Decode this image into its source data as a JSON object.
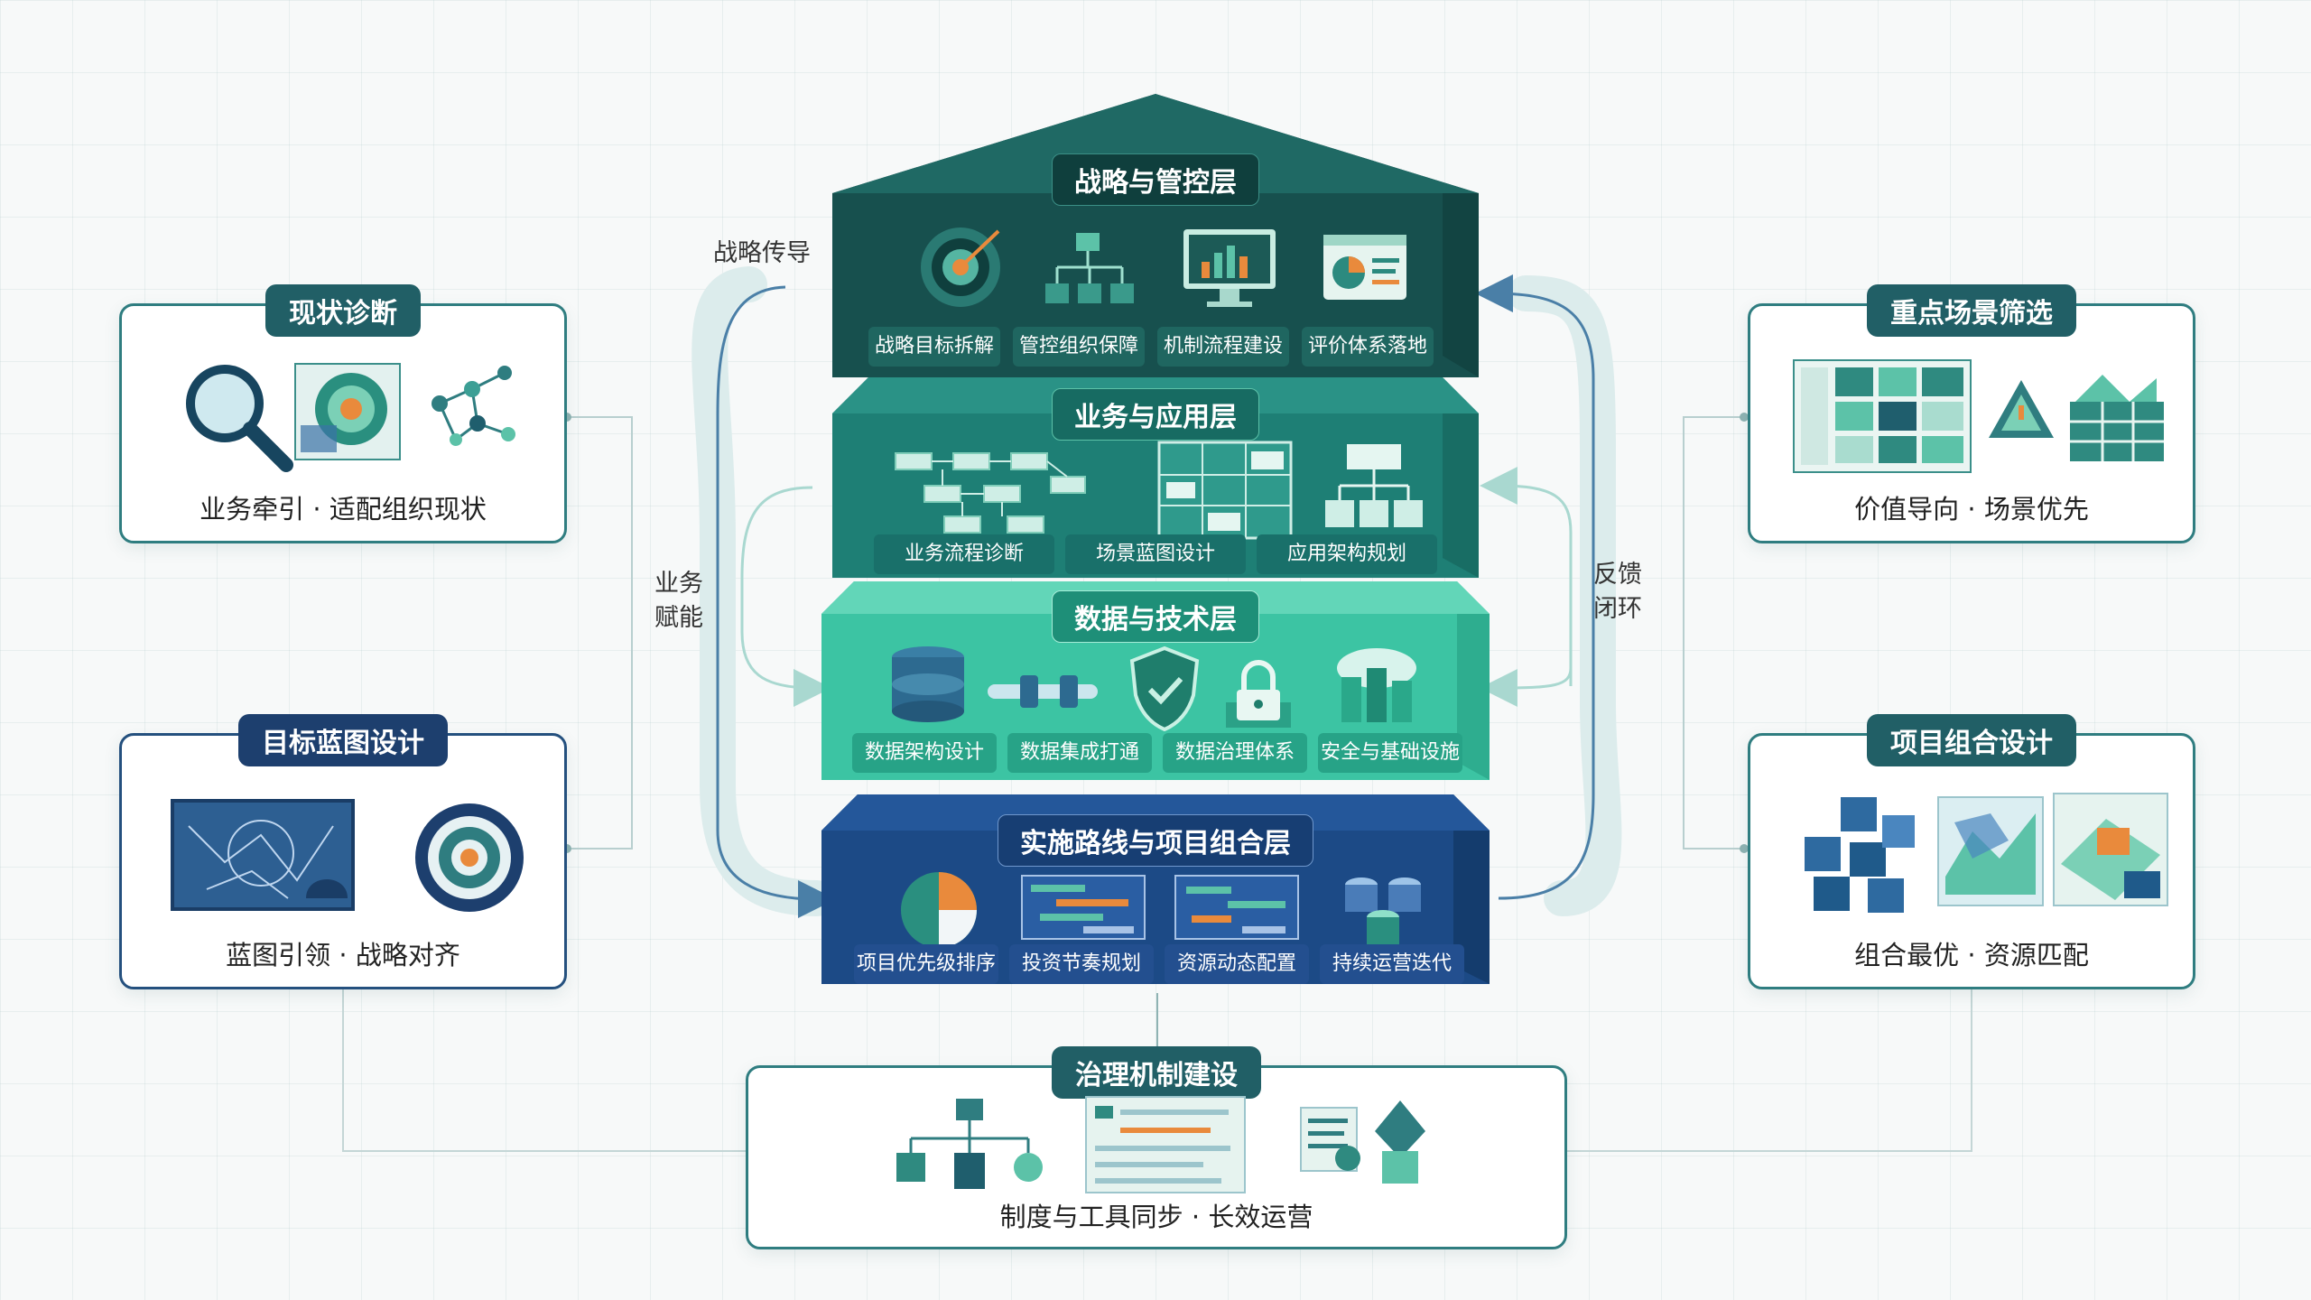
{
  "layers": [
    {
      "title": "战略与管控层",
      "items": [
        "战略目标拆解",
        "管控组织保障",
        "机制流程建设",
        "评价体系落地"
      ]
    },
    {
      "title": "业务与应用层",
      "items": [
        "业务流程诊断",
        "场景蓝图设计",
        "应用架构规划"
      ]
    },
    {
      "title": "数据与技术层",
      "items": [
        "数据架构设计",
        "数据集成打通",
        "数据治理体系",
        "安全与基础设施"
      ]
    },
    {
      "title": "实施路线与项目组合层",
      "items": [
        "项目优先级排序",
        "投资节奏规划",
        "资源动态配置",
        "持续运营迭代"
      ]
    }
  ],
  "left_cards": [
    {
      "title": "现状诊断",
      "caption": "业务牵引 · 适配组织现状"
    },
    {
      "title": "目标蓝图设计",
      "caption": "蓝图引领 · 战略对齐"
    }
  ],
  "right_cards": [
    {
      "title": "重点场景筛选",
      "caption": "价值导向 · 场景优先"
    },
    {
      "title": "项目组合设计",
      "caption": "组合最优 · 资源匹配"
    }
  ],
  "bottom_card": {
    "title": "治理机制建设",
    "caption": "制度与工具同步 · 长效运营"
  },
  "flow_labels": {
    "strategy_guide": "战略传导",
    "business_enable_1": "业务",
    "business_enable_2": "赋能",
    "feedback_1": "反馈",
    "feedback_2": "闭环"
  },
  "icons": {
    "diagnosis": [
      "magnifier-icon",
      "heatmap-icon",
      "network-icon"
    ],
    "blueprint": [
      "blueprint-map-icon",
      "target-icon"
    ],
    "scenario": [
      "dashboard-grid-icon",
      "warning-triangle-icon",
      "table-icon"
    ],
    "portfolio": [
      "cubes-icon",
      "map-icon",
      "map-cube-icon"
    ],
    "governance": [
      "org-chart-icon",
      "document-list-icon",
      "checklist-icon"
    ],
    "strategy": [
      "target-arrow-icon",
      "org-chart-icon",
      "monitor-chart-icon",
      "report-chart-icon"
    ],
    "business": [
      "flowchart-icon",
      "blueprint-grid-icon",
      "architecture-icon"
    ],
    "data": [
      "database-icon",
      "pipe-connector-icon",
      "shield-icon",
      "lock-icon",
      "cloud-server-icon"
    ],
    "roadmap": [
      "pie-chart-icon",
      "gantt-icon",
      "gantt-resource-icon",
      "server-cluster-icon"
    ]
  },
  "colors": {
    "strategy": "#1b5f5c",
    "business": "#1e8a7d",
    "data": "#3ec6a5",
    "roadmap": "#1e4a86",
    "card_teal": "#2f7d80",
    "card_blue": "#24507e"
  }
}
